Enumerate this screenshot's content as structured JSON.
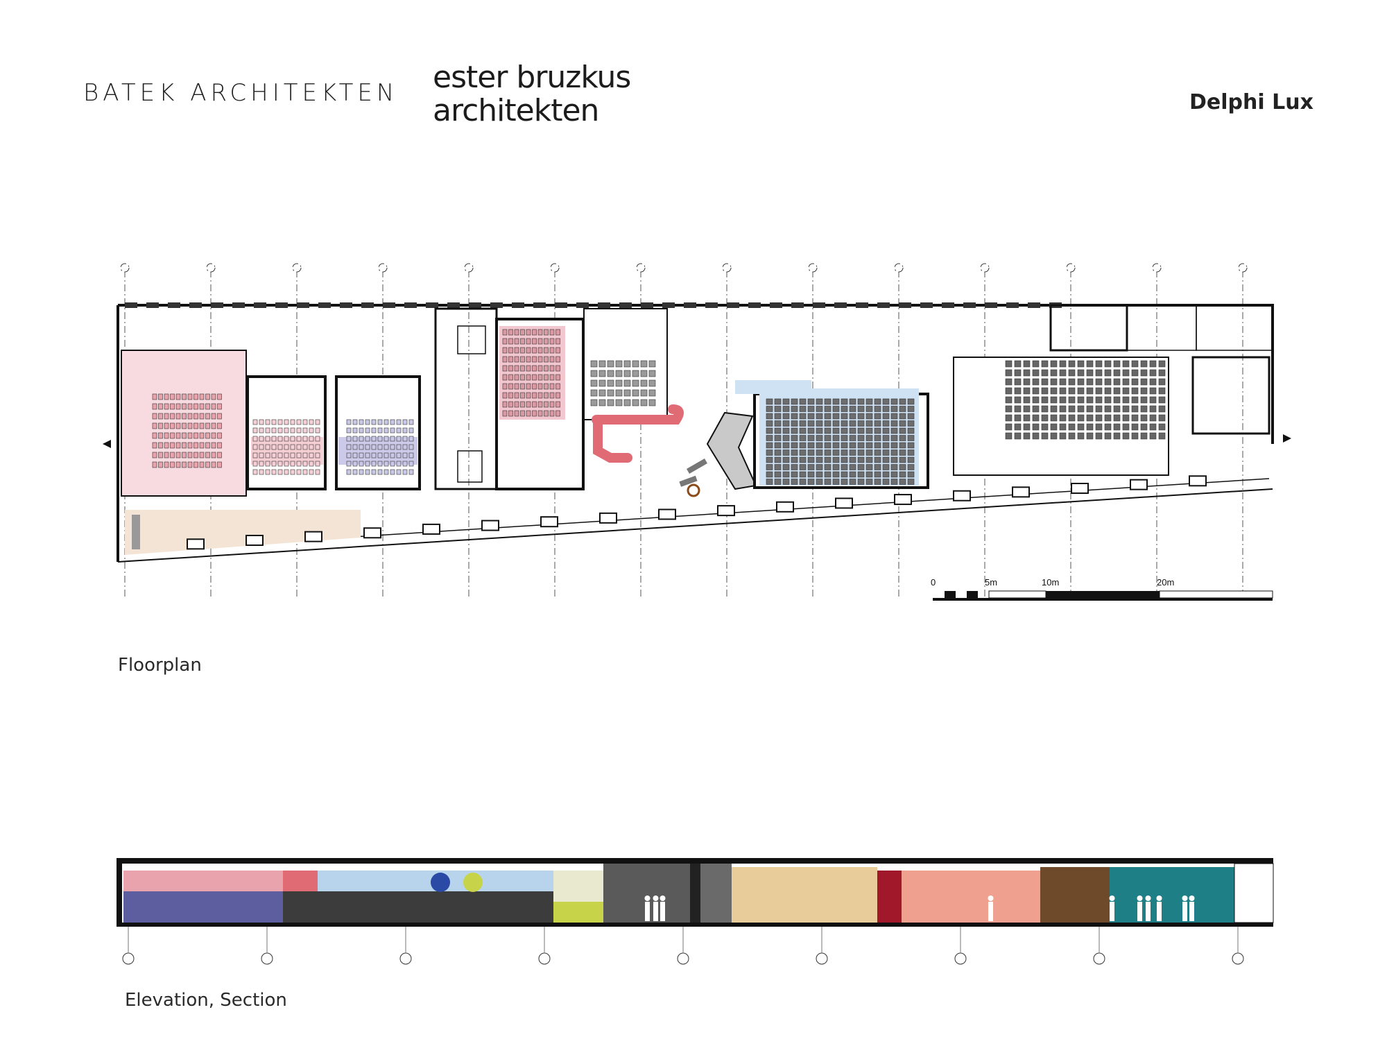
{
  "header": {
    "logo_left": "BATEK ARCHITEKTEN",
    "logo_center_line1": "ester bruzkus",
    "logo_center_line2": "architekten",
    "project_title": "Delphi Lux"
  },
  "floorplan": {
    "caption": "Floorplan",
    "scale_bar": {
      "labels": [
        "0",
        "5m",
        "10m",
        "20m"
      ]
    }
  },
  "section": {
    "caption": "Elevation, Section",
    "colors": {
      "pink": "#e9a3ad",
      "lavender": "#a9a8d8",
      "light_blue": "#b7d4ec",
      "peach": "#f1e4d8",
      "red": "#e06b75",
      "coral": "#f0a08f",
      "olive": "#c7d44a",
      "teal": "#1e7f86",
      "wood": "#e8cc9a",
      "dark": "#3c3c3c"
    }
  }
}
